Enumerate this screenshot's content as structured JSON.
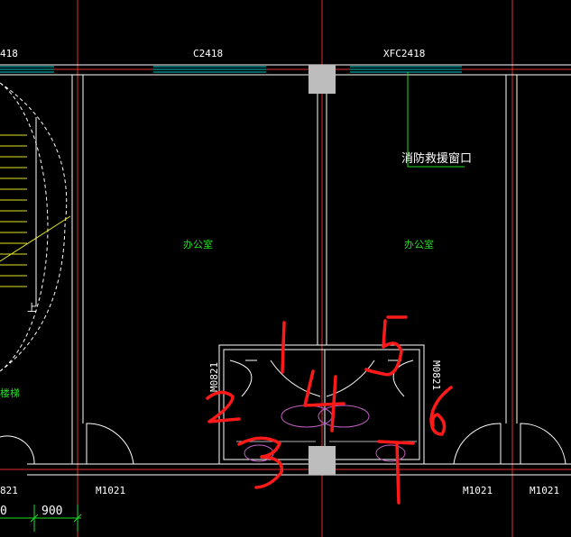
{
  "colors": {
    "background": "#000000",
    "wall": "#ffffff",
    "grid_axis": "#e03030",
    "window": "#00c8c8",
    "door": "#ffffff",
    "room_text": "#22dd22",
    "annotation": "#ff1a1a",
    "column": "#bdbdbd",
    "stair": "#e6e61a"
  },
  "window_tags": {
    "left_partial": "418",
    "middle": "C2418",
    "right": "XFC2418"
  },
  "rooms": {
    "left_office": "办公室",
    "right_office": "办公室",
    "stair_partial": "楼梯"
  },
  "rescue_window_note": "消防救援窗口",
  "door_tags": {
    "bathroom_left": "M0821",
    "bathroom_right": "M0821",
    "bottom_left_partial": "821",
    "bottom_middle": "M1021",
    "bottom_right_a": "M1021",
    "bottom_right_b": "M1021"
  },
  "dimensions": {
    "left_partial": "0",
    "segment": "900"
  },
  "stair_marker": "上",
  "handwritten_marks": [
    "1",
    "2",
    "3",
    "4",
    "5",
    "6",
    "7"
  ]
}
